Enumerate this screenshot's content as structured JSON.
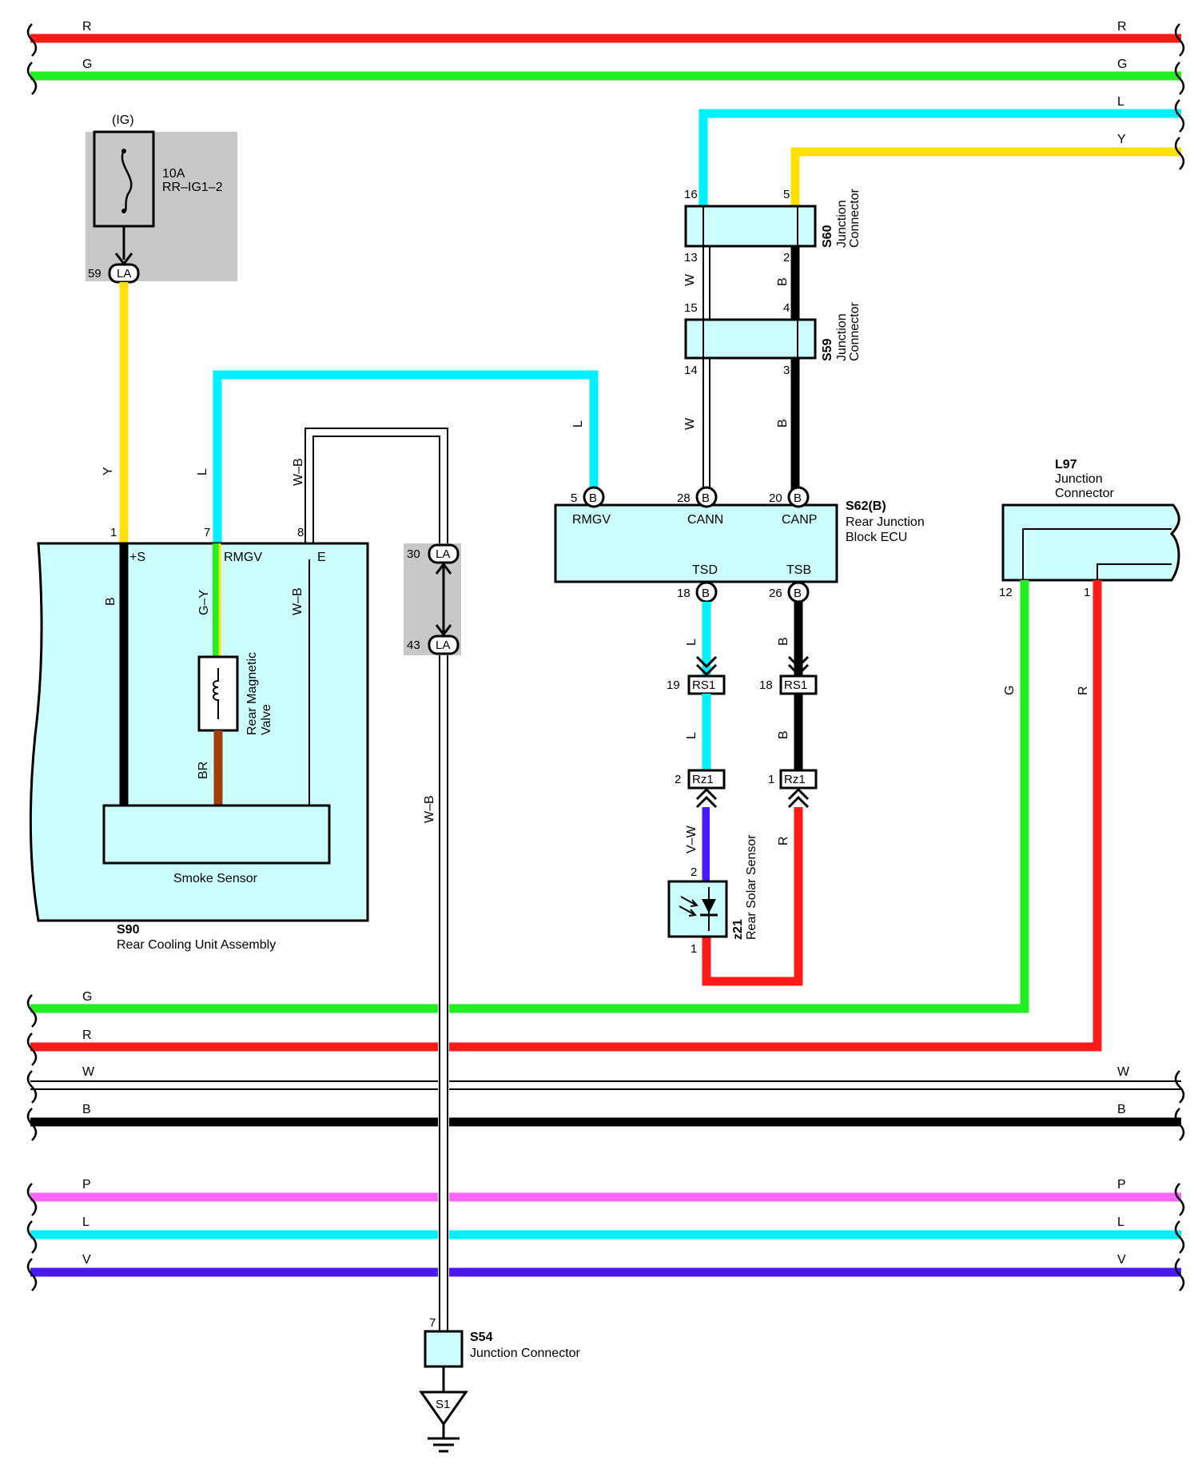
{
  "colors": {
    "R": "#ff1a1a",
    "G": "#22ee22",
    "L": "#00f0ff",
    "Y": "#ffe000",
    "B": "#000000",
    "W": "#ffffff",
    "P": "#ff66ff",
    "V": "#4a1aff",
    "BR": "#a0400a",
    "component_fill": "#ccffff",
    "connector_box": "#c8c8c8"
  },
  "buses_top": [
    {
      "label_left": "R",
      "label_right": "R",
      "color": "R"
    },
    {
      "label_left": "G",
      "label_right": "G",
      "color": "G"
    }
  ],
  "buses_right_upper": [
    {
      "label": "L",
      "color": "L"
    },
    {
      "label": "Y",
      "color": "Y"
    }
  ],
  "buses_bottom": [
    {
      "label_left": "G",
      "label_right": "",
      "color": "G"
    },
    {
      "label_left": "R",
      "label_right": "",
      "color": "R"
    },
    {
      "label_left": "W",
      "label_right": "W",
      "color": "W"
    },
    {
      "label_left": "B",
      "label_right": "B",
      "color": "B"
    },
    {
      "label_left": "P",
      "label_right": "P",
      "color": "P"
    },
    {
      "label_left": "L",
      "label_right": "L",
      "color": "L"
    },
    {
      "label_left": "V",
      "label_right": "V",
      "color": "V"
    }
  ],
  "fuse": {
    "circuit": "(IG)",
    "rating": "10A",
    "name": "RR–IG1–2",
    "pin": "59",
    "connector": "LA"
  },
  "s60": {
    "id": "S60",
    "name_line1": "Junction",
    "name_line2": "Connector",
    "pins": [
      "16",
      "5",
      "13",
      "2"
    ]
  },
  "s59": {
    "id": "S59",
    "name_line1": "Junction",
    "name_line2": "Connector",
    "pins": [
      "15",
      "4",
      "14",
      "3"
    ]
  },
  "s62": {
    "id": "S62(B)",
    "name_line1": "Rear Junction",
    "name_line2": "Block ECU",
    "conn": "B",
    "terminals": [
      {
        "pin": "5",
        "name": "RMGV"
      },
      {
        "pin": "28",
        "name": "CANN"
      },
      {
        "pin": "20",
        "name": "CANP"
      },
      {
        "pin": "18",
        "name": "TSD"
      },
      {
        "pin": "26",
        "name": "TSB"
      }
    ]
  },
  "s90": {
    "id": "S90",
    "name": "Rear Cooling Unit Assembly",
    "terminals": [
      {
        "pin": "1",
        "name": "+S"
      },
      {
        "pin": "7",
        "name": "RMGV"
      },
      {
        "pin": "8",
        "name": "E"
      }
    ],
    "smoke_sensor": "Smoke Sensor",
    "valve_line1": "Rear Magnetic",
    "valve_line2": "Valve"
  },
  "l97": {
    "id": "L97",
    "name_line1": "Junction",
    "name_line2": "Connector",
    "pins": [
      "12",
      "1"
    ]
  },
  "la_passthrough": {
    "pin_top": "30",
    "pin_bottom": "43",
    "connector": "LA"
  },
  "rs1": {
    "connector": "RS1",
    "pins": [
      "19",
      "18"
    ]
  },
  "rz1": {
    "connector": "Rz1",
    "pins": [
      "2",
      "1"
    ]
  },
  "z21": {
    "id": "z21",
    "name": "Rear Solar Sensor",
    "pins": [
      "2",
      "1"
    ]
  },
  "s54": {
    "id": "S54",
    "name": "Junction Connector",
    "pin": "7"
  },
  "ground": {
    "label": "S1"
  },
  "wire_labels": {
    "fuse_out": "Y",
    "s90_rmgv": "L",
    "s90_e": "W–B",
    "ecu_rmgv": "L",
    "s60_s59_left": "W",
    "s60_s59_right": "B",
    "s59_ecu_left": "W",
    "s59_ecu_right": "B",
    "s90_inner_b": "B",
    "s90_inner_gy": "G–Y",
    "s90_inner_br": "BR",
    "s90_inner_wb": "W–B",
    "ground_wb": "W–B",
    "tsd_rs1": "L",
    "tsb_rs1": "B",
    "rs1_rz1_left": "L",
    "rs1_rz1_right": "B",
    "rz1_sensor": "V–W",
    "rz1_return": "R",
    "l97_g": "G",
    "l97_r": "R"
  }
}
